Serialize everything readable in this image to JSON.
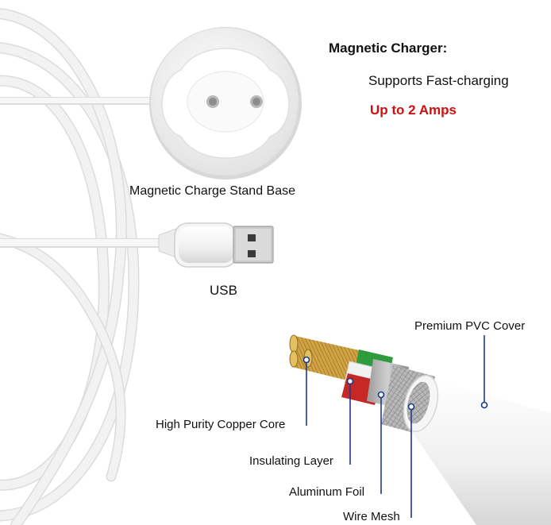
{
  "header": {
    "title": "Magnetic Charger:",
    "subtitle": "Supports Fast-charging",
    "highlight": "Up to 2 Amps",
    "highlight_color": "#cc1111"
  },
  "product": {
    "stand_label": "Magnetic Charge Stand Base",
    "usb_label": "USB"
  },
  "cable_layers": {
    "cover": "Premium PVC Cover",
    "copper": "High Purity Copper Core",
    "insulating": "Insulating Layer",
    "foil": "Aluminum Foil",
    "mesh": "Wire Mesh"
  },
  "colors": {
    "cable": "#f4f4f4",
    "copper": "#c99a3a",
    "wire_green": "#2e9b3c",
    "wire_red": "#c62828",
    "callout_line": "#1a3a8a"
  }
}
